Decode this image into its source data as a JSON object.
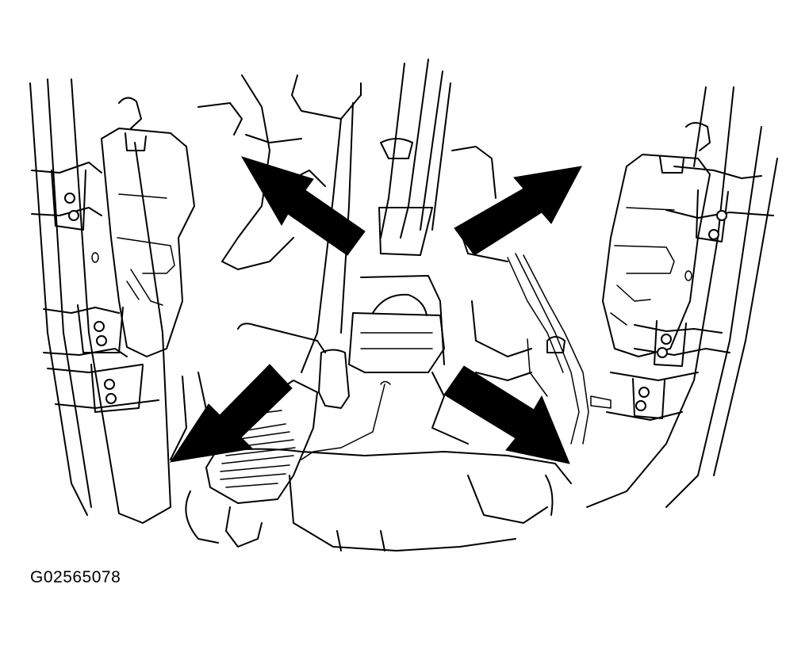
{
  "figure": {
    "code": "G02565078"
  },
  "colors": {
    "line": "#000000",
    "background": "#ffffff",
    "arrow_fill": "#000000"
  },
  "arrows": [
    {
      "name": "upper-left",
      "direction": "up-left"
    },
    {
      "name": "upper-right",
      "direction": "up-right"
    },
    {
      "name": "lower-left",
      "direction": "down-left"
    },
    {
      "name": "lower-right",
      "direction": "down-right"
    }
  ]
}
